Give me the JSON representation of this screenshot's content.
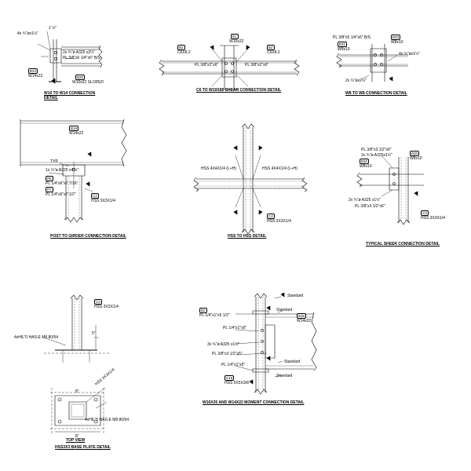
{
  "details": {
    "w10_w14": {
      "caption": "W10 TO W14 CONNECTION DETAIL",
      "bolt_note": "2x ¾\"ø A325 x2¼\"",
      "plate": "PL 3/8\"x6 1/4\"x6\" B/S",
      "angle": "4x ¾\"øx1½\"",
      "dim_top": "2 ½\"",
      "tag_b23": "B23",
      "w14": "W14x22",
      "tag_b20": "B20",
      "w10": "W10x22 SLOPED"
    },
    "c6_w10": {
      "caption": "C6 TO W10X22 SHEAR CONNECTION DETAIL",
      "tag_b1": "B1",
      "w10": "W10x22",
      "tag_b2a": "B2",
      "c6a": "C6X8.2",
      "tag_b2b": "B2",
      "c6b": "C6X8.2",
      "pl_left": "PL 3/8\"x2\"x6\"",
      "pl_right": "PL 3/8\"x2\"x6\""
    },
    "w8_w8": {
      "caption": "W8 TO W8 CONNECTION DETAIL",
      "plate": "PL 3/8\"x5 1/4\"x6\" B/S",
      "tag_b33": "B33",
      "w8a": "W8x10",
      "tag_b31": "B31",
      "w8b": "W8x10",
      "bolts": "4x ¾\"øx1½\"",
      "bolts2": "2x ¾\"øx2¼\""
    },
    "post_girder": {
      "caption": "POST TO GIRDER CONNECTION DETAIL",
      "tag_b16": "B16",
      "w14": "W14x22",
      "typ": "TYP.",
      "bolt": "1x ½\"ø A325 x4 ½\"",
      "tag_p8": "P8",
      "pl8": "PL 1/4\"x6\"x7 7/16\"",
      "tag_p7": "P7",
      "pl7": "PL 1/4\"x6\"x7 1/2\"",
      "tag_c2": "C2",
      "hss": "HSS 3X3X1/4"
    },
    "hss_hss": {
      "caption": "HSS TO HSS DETAIL",
      "hss_left": "HSS 4X4X1/4 (L+H)",
      "hss_right": "HSS 4X4X1/4 (L+H)",
      "tag_c2": "C2",
      "hss_col": "HSS 3X3X1/4"
    },
    "typical_shear": {
      "caption": "TYPICAL SHEER CONNECTION DETAIL",
      "pl_top": "PL 3/8\"x3 1/2\"x6\"",
      "bolts_top": "2x ¾\"ø A325x1½\"",
      "tag_b30": "B30",
      "w8a": "W8x10",
      "tag_b32": "B32",
      "w8b": "W8x10",
      "bolts_bot": "2x ¾\"ø A325 x1½\"",
      "pl_bot": "PL 3/8\"x3 1/2\"x6\"",
      "tag_c3": "C3",
      "hss": "HSS 3X3X1/4"
    },
    "base_plate": {
      "caption_top": "TOP VIEW",
      "caption": "HSS3X3 BASE PLATE DETAIL",
      "tag_c4": "C4",
      "hss": "HSS 3X3X1/4",
      "anchor_left": "4xHILTI HAS-E M8 80/54",
      "anchor_right": "4xHILTI HAS-E M8 80/54",
      "dim_5": "5\"",
      "dim_8a": "8\"",
      "dim_8b": "8\"",
      "hss_diag": "HSS 3X3X1/4"
    },
    "moment": {
      "caption": "W16X26 AND W14X22 MOMENT CONNECTION DETAIL",
      "standard_1": "Standard",
      "standard_2": "Standard",
      "standard_3": "Standard",
      "standard_4": "Standard",
      "tag_b2": "B2",
      "pl_top": "PL 1/4\"x1\"x5 1/2\"",
      "pl_mid": "PL 1/4\"x1\"x5\"",
      "bolts": "3x ¾\"ø A325 x1½\"",
      "pl_shear": "PL 3/8\"x3 1/2\"x5\"",
      "pl_bot": "PL 1/4\"x1\"x5\"",
      "tag_b16": "B16",
      "w14": "W14x22",
      "tag_c16": "C16",
      "hss": "HSS 5X5X3/8"
    }
  }
}
